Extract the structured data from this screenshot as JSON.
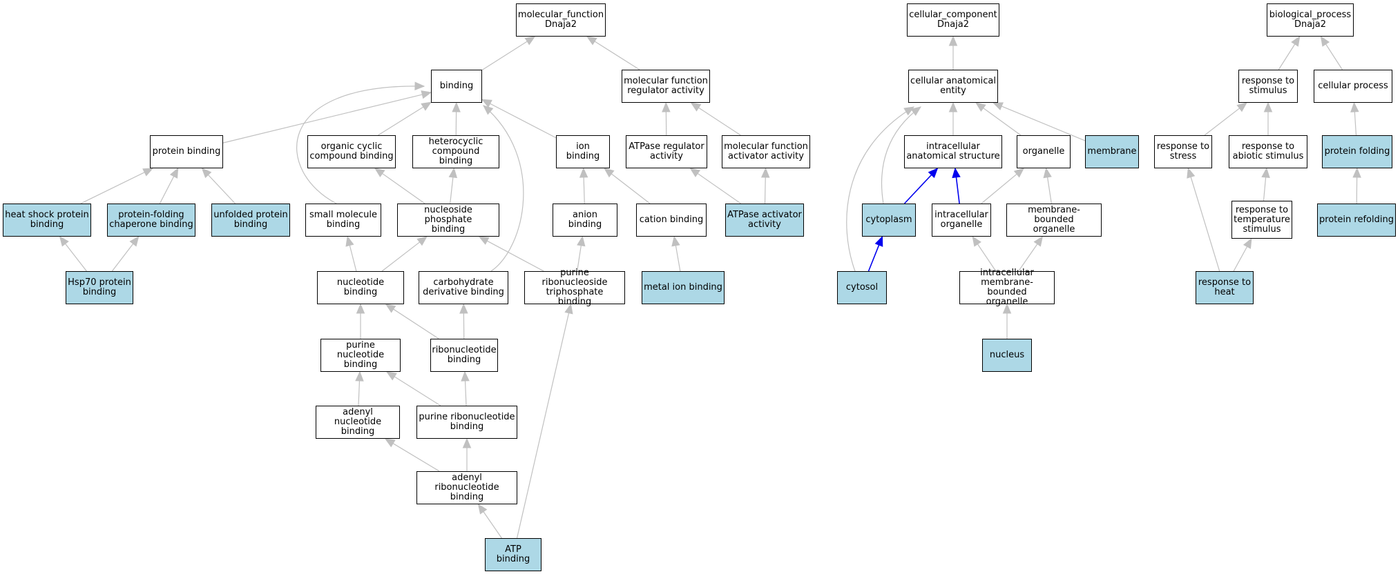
{
  "colors": {
    "annotated_fill": "#add8e6",
    "edge_default": "#c0c0c0",
    "edge_highlight": "#0000ee",
    "border": "#000000"
  },
  "nodes": {
    "mf_root": {
      "label": "molecular_function\nDnaja2",
      "annotated": false
    },
    "binding": {
      "label": "binding",
      "annotated": false
    },
    "mf_regulator": {
      "label": "molecular function\nregulator activity",
      "annotated": false
    },
    "protein_binding": {
      "label": "protein binding",
      "annotated": false
    },
    "organic_cyclic": {
      "label": "organic cyclic\ncompound binding",
      "annotated": false
    },
    "heterocyclic": {
      "label": "heterocyclic\ncompound binding",
      "annotated": false
    },
    "ion_binding": {
      "label": "ion binding",
      "annotated": false
    },
    "atpase_regulator": {
      "label": "ATPase regulator\nactivity",
      "annotated": false
    },
    "mf_activator": {
      "label": "molecular function\nactivator activity",
      "annotated": false
    },
    "heat_shock_protein": {
      "label": "heat shock protein\nbinding",
      "annotated": true
    },
    "protein_folding_chaperone": {
      "label": "protein-folding\nchaperone binding",
      "annotated": true
    },
    "unfolded_protein": {
      "label": "unfolded protein\nbinding",
      "annotated": true
    },
    "small_molecule": {
      "label": "small molecule\nbinding",
      "annotated": false
    },
    "nucleoside_phosphate": {
      "label": "nucleoside phosphate\nbinding",
      "annotated": false
    },
    "anion_binding": {
      "label": "anion binding",
      "annotated": false
    },
    "cation_binding": {
      "label": "cation binding",
      "annotated": false
    },
    "atpase_activator": {
      "label": "ATPase activator\nactivity",
      "annotated": true
    },
    "hsp70": {
      "label": "Hsp70 protein\nbinding",
      "annotated": true
    },
    "nucleotide_binding": {
      "label": "nucleotide binding",
      "annotated": false
    },
    "carbohydrate_derivative": {
      "label": "carbohydrate\nderivative binding",
      "annotated": false
    },
    "purine_ribonucleoside_tp": {
      "label": "purine ribonucleoside\ntriphosphate\nbinding",
      "annotated": false
    },
    "metal_ion": {
      "label": "metal ion binding",
      "annotated": true
    },
    "purine_nucleotide": {
      "label": "purine nucleotide\nbinding",
      "annotated": false
    },
    "ribonucleotide": {
      "label": "ribonucleotide\nbinding",
      "annotated": false
    },
    "adenyl_nucleotide": {
      "label": "adenyl nucleotide\nbinding",
      "annotated": false
    },
    "purine_ribonucleotide": {
      "label": "purine ribonucleotide\nbinding",
      "annotated": false
    },
    "adenyl_ribonucleotide": {
      "label": "adenyl ribonucleotide\nbinding",
      "annotated": false
    },
    "atp_binding": {
      "label": "ATP binding",
      "annotated": true
    },
    "cc_root": {
      "label": "cellular_component\nDnaja2",
      "annotated": false
    },
    "cellular_anatomical": {
      "label": "cellular anatomical\nentity",
      "annotated": false
    },
    "intracellular_structure": {
      "label": "intracellular\nanatomical structure",
      "annotated": false
    },
    "organelle": {
      "label": "organelle",
      "annotated": false
    },
    "membrane": {
      "label": "membrane",
      "annotated": true
    },
    "cytoplasm": {
      "label": "cytoplasm",
      "annotated": true
    },
    "intracellular_organelle": {
      "label": "intracellular\norganelle",
      "annotated": false
    },
    "membrane_bounded": {
      "label": "membrane-bounded\norganelle",
      "annotated": false
    },
    "cytosol": {
      "label": "cytosol",
      "annotated": true
    },
    "intracellular_membrane_bounded": {
      "label": "intracellular\nmembrane-bounded\norganelle",
      "annotated": false
    },
    "nucleus": {
      "label": "nucleus",
      "annotated": true
    },
    "bp_root": {
      "label": "biological_process\nDnaja2",
      "annotated": false
    },
    "response_stimulus": {
      "label": "response to\nstimulus",
      "annotated": false
    },
    "cellular_process": {
      "label": "cellular process",
      "annotated": false
    },
    "response_stress": {
      "label": "response to\nstress",
      "annotated": false
    },
    "response_abiotic": {
      "label": "response to\nabiotic stimulus",
      "annotated": false
    },
    "protein_folding": {
      "label": "protein folding",
      "annotated": true
    },
    "response_temperature": {
      "label": "response to\ntemperature\nstimulus",
      "annotated": false
    },
    "protein_refolding": {
      "label": "protein refolding",
      "annotated": true
    },
    "response_heat": {
      "label": "response to\nheat",
      "annotated": true
    }
  },
  "edges": [
    {
      "from": "binding",
      "to": "mf_root"
    },
    {
      "from": "mf_regulator",
      "to": "mf_root"
    },
    {
      "from": "protein_binding",
      "to": "binding"
    },
    {
      "from": "organic_cyclic",
      "to": "binding"
    },
    {
      "from": "heterocyclic",
      "to": "binding"
    },
    {
      "from": "ion_binding",
      "to": "binding"
    },
    {
      "from": "small_molecule",
      "to": "binding"
    },
    {
      "from": "carbohydrate_derivative",
      "to": "binding"
    },
    {
      "from": "atpase_regulator",
      "to": "mf_regulator"
    },
    {
      "from": "mf_activator",
      "to": "mf_regulator"
    },
    {
      "from": "heat_shock_protein",
      "to": "protein_binding"
    },
    {
      "from": "protein_folding_chaperone",
      "to": "protein_binding"
    },
    {
      "from": "unfolded_protein",
      "to": "protein_binding"
    },
    {
      "from": "hsp70",
      "to": "heat_shock_protein"
    },
    {
      "from": "hsp70",
      "to": "protein_folding_chaperone"
    },
    {
      "from": "nucleoside_phosphate",
      "to": "organic_cyclic"
    },
    {
      "from": "nucleoside_phosphate",
      "to": "heterocyclic"
    },
    {
      "from": "anion_binding",
      "to": "ion_binding"
    },
    {
      "from": "cation_binding",
      "to": "ion_binding"
    },
    {
      "from": "metal_ion",
      "to": "cation_binding"
    },
    {
      "from": "atpase_activator",
      "to": "atpase_regulator"
    },
    {
      "from": "atpase_activator",
      "to": "mf_activator"
    },
    {
      "from": "nucleotide_binding",
      "to": "small_molecule"
    },
    {
      "from": "nucleotide_binding",
      "to": "nucleoside_phosphate"
    },
    {
      "from": "purine_ribonucleoside_tp",
      "to": "nucleoside_phosphate"
    },
    {
      "from": "purine_ribonucleoside_tp",
      "to": "anion_binding"
    },
    {
      "from": "purine_nucleotide",
      "to": "nucleotide_binding"
    },
    {
      "from": "ribonucleotide",
      "to": "nucleotide_binding"
    },
    {
      "from": "ribonucleotide",
      "to": "carbohydrate_derivative"
    },
    {
      "from": "adenyl_nucleotide",
      "to": "purine_nucleotide"
    },
    {
      "from": "purine_ribonucleotide",
      "to": "purine_nucleotide"
    },
    {
      "from": "purine_ribonucleotide",
      "to": "ribonucleotide"
    },
    {
      "from": "adenyl_ribonucleotide",
      "to": "adenyl_nucleotide"
    },
    {
      "from": "adenyl_ribonucleotide",
      "to": "purine_ribonucleotide"
    },
    {
      "from": "atp_binding",
      "to": "adenyl_ribonucleotide"
    },
    {
      "from": "atp_binding",
      "to": "purine_ribonucleoside_tp"
    },
    {
      "from": "cellular_anatomical",
      "to": "cc_root"
    },
    {
      "from": "intracellular_structure",
      "to": "cellular_anatomical"
    },
    {
      "from": "organelle",
      "to": "cellular_anatomical"
    },
    {
      "from": "membrane",
      "to": "cellular_anatomical"
    },
    {
      "from": "cytoplasm",
      "to": "cellular_anatomical"
    },
    {
      "from": "cytosol",
      "to": "cellular_anatomical"
    },
    {
      "from": "cytoplasm",
      "to": "intracellular_structure",
      "highlight": true
    },
    {
      "from": "intracellular_organelle",
      "to": "intracellular_structure",
      "highlight": true
    },
    {
      "from": "intracellular_organelle",
      "to": "organelle"
    },
    {
      "from": "membrane_bounded",
      "to": "organelle"
    },
    {
      "from": "cytosol",
      "to": "cytoplasm",
      "highlight": true
    },
    {
      "from": "intracellular_membrane_bounded",
      "to": "intracellular_organelle"
    },
    {
      "from": "intracellular_membrane_bounded",
      "to": "membrane_bounded"
    },
    {
      "from": "nucleus",
      "to": "intracellular_membrane_bounded"
    },
    {
      "from": "response_stimulus",
      "to": "bp_root"
    },
    {
      "from": "cellular_process",
      "to": "bp_root"
    },
    {
      "from": "response_stress",
      "to": "response_stimulus"
    },
    {
      "from": "response_abiotic",
      "to": "response_stimulus"
    },
    {
      "from": "protein_folding",
      "to": "cellular_process"
    },
    {
      "from": "response_temperature",
      "to": "response_abiotic"
    },
    {
      "from": "protein_refolding",
      "to": "protein_folding"
    },
    {
      "from": "response_heat",
      "to": "response_stress"
    },
    {
      "from": "response_heat",
      "to": "response_temperature"
    }
  ]
}
